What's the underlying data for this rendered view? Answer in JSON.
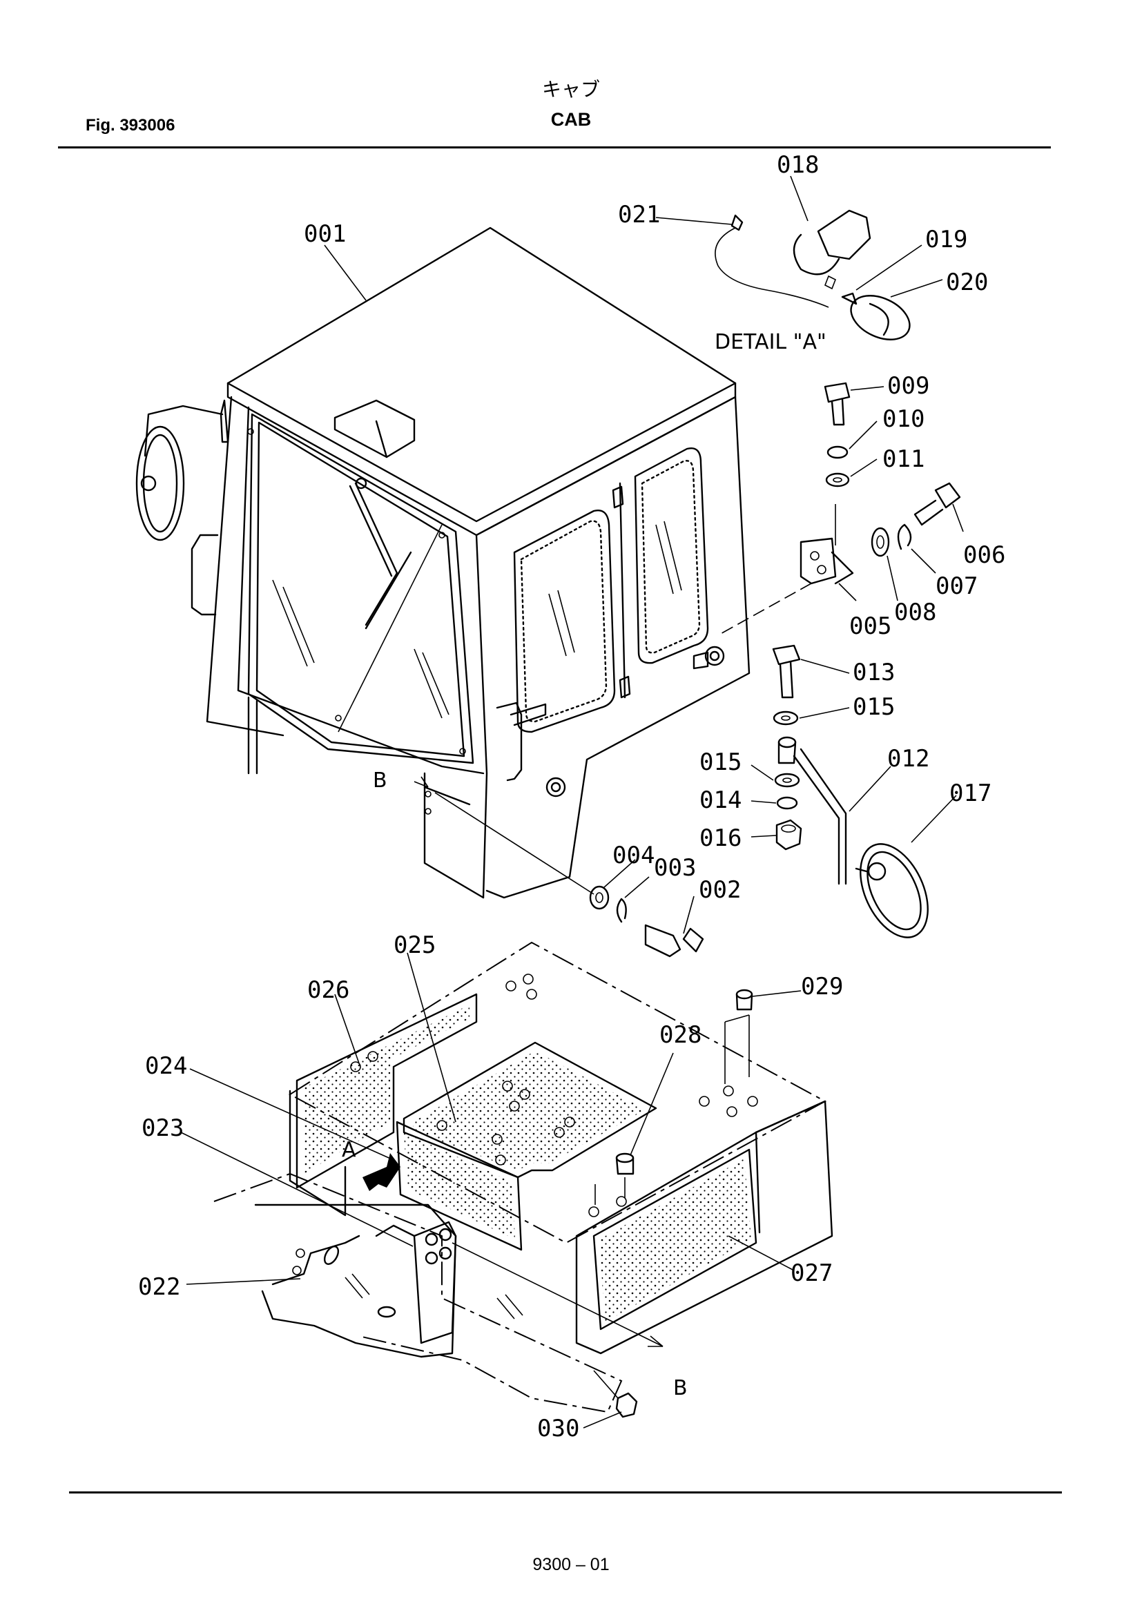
{
  "header": {
    "title_jp": "キャブ",
    "title_en": "CAB",
    "figure": "Fig. 393006"
  },
  "footer": {
    "page": "9300 – 01"
  },
  "detail_label": "DETAIL \"A\"",
  "view_markers": {
    "a": "A",
    "b": "B"
  },
  "part_numbers": {
    "p001": "001",
    "p002": "002",
    "p003": "003",
    "p004": "004",
    "p005": "005",
    "p006": "006",
    "p007": "007",
    "p008": "008",
    "p009": "009",
    "p010": "010",
    "p011": "011",
    "p012": "012",
    "p013": "013",
    "p014": "014",
    "p015": "015",
    "p016": "016",
    "p017": "017",
    "p018": "018",
    "p019": "019",
    "p020": "020",
    "p021": "021",
    "p022": "022",
    "p023": "023",
    "p024": "024",
    "p025": "025",
    "p026": "026",
    "p027": "027",
    "p028": "028",
    "p029": "029",
    "p030": "030"
  }
}
